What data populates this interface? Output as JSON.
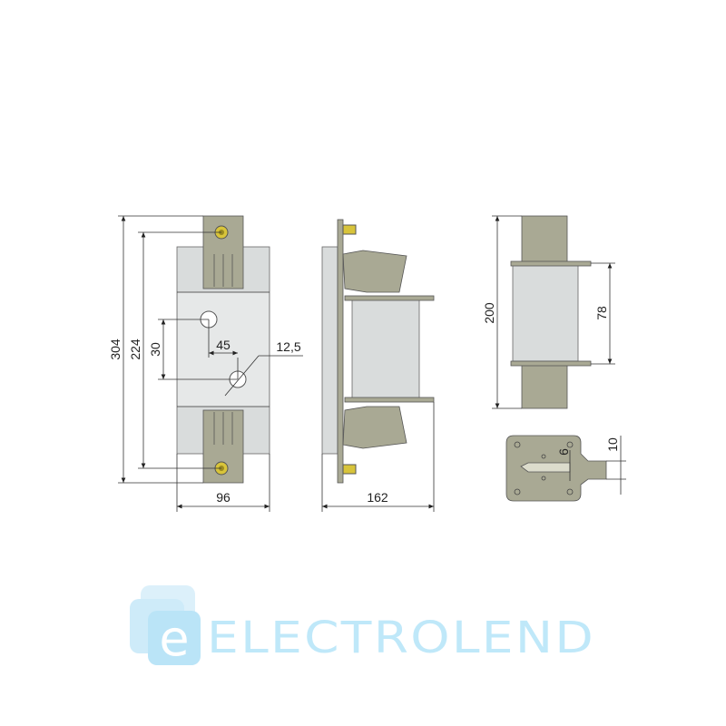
{
  "drawing": {
    "front_view": {
      "height_total": "304",
      "height_bolts": "224",
      "hole_spacing_v": "30",
      "hole_spacing_h": "45",
      "hole_diameter": "12,5",
      "width": "96"
    },
    "side_view": {
      "depth": "162"
    },
    "end_view": {
      "length": "200",
      "body_height": "78"
    },
    "bottom_view": {
      "slot_width": "6",
      "tab_width": "10"
    }
  },
  "logo": {
    "mark": "e",
    "text": "ELECTROLEND"
  },
  "colors": {
    "terminal": "#a9a994",
    "body": "#d9dcdc",
    "logo": "#b5e4f8"
  }
}
